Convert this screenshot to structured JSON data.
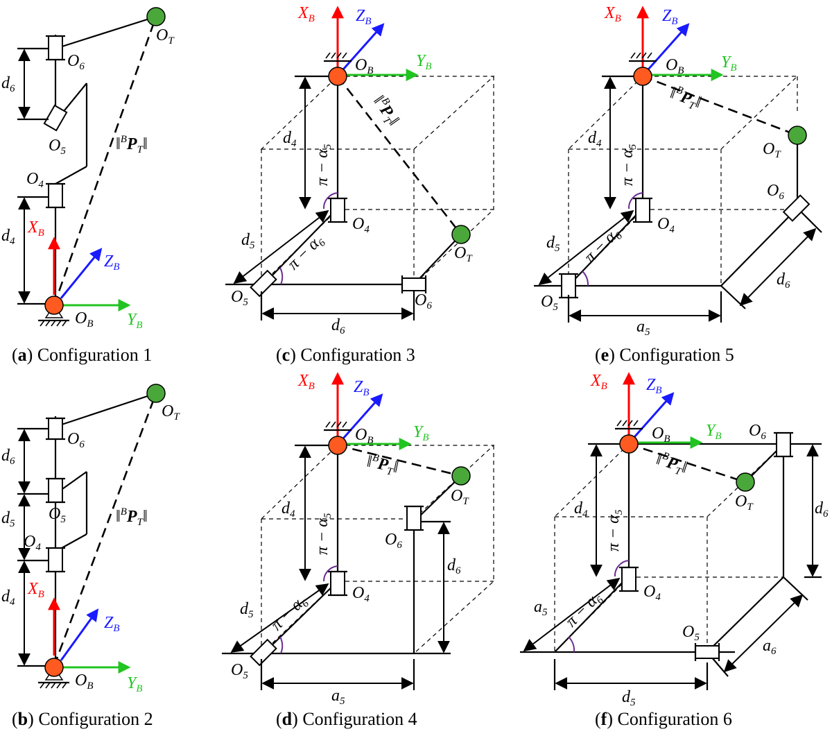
{
  "captions": [
    {
      "letter": "a",
      "text": "Configuration 1"
    },
    {
      "letter": "c",
      "text": "Configuration 3"
    },
    {
      "letter": "e",
      "text": "Configuration 5"
    },
    {
      "letter": "b",
      "text": "Configuration 2"
    },
    {
      "letter": "d",
      "text": "Configuration 4"
    },
    {
      "letter": "f",
      "text": "Configuration 6"
    }
  ],
  "symbols": {
    "XB": {
      "base": "X",
      "sub": "B"
    },
    "YB": {
      "base": "Y",
      "sub": "B"
    },
    "ZB": {
      "base": "Z",
      "sub": "B"
    },
    "OB": {
      "base": "O",
      "sub": "B"
    },
    "OT": {
      "base": "O",
      "sub": "T"
    },
    "O4": {
      "base": "O",
      "sub": "4"
    },
    "O5": {
      "base": "O",
      "sub": "5"
    },
    "O6": {
      "base": "O",
      "sub": "6"
    },
    "d4": {
      "base": "d",
      "sub": "4"
    },
    "d5": {
      "base": "d",
      "sub": "5"
    },
    "d6": {
      "base": "d",
      "sub": "6"
    },
    "a5": {
      "base": "a",
      "sub": "5"
    },
    "a6": {
      "base": "a",
      "sub": "6"
    },
    "norm": {
      "pre": "‖",
      "sup": "B",
      "base": "P",
      "sub": "T",
      "post": "‖"
    },
    "pa5": {
      "pre": "π − ",
      "base": "α",
      "sub": "5"
    },
    "pa6": {
      "pre": "π − ",
      "base": "α",
      "sub": "6"
    }
  },
  "colors": {
    "x_axis": "#ff0000",
    "y_axis": "#22c422",
    "z_axis": "#1a1aff",
    "base_joint": "#ff5a1f",
    "tool_joint": "#4aa83a",
    "angle_arc": "#6a2c91"
  }
}
